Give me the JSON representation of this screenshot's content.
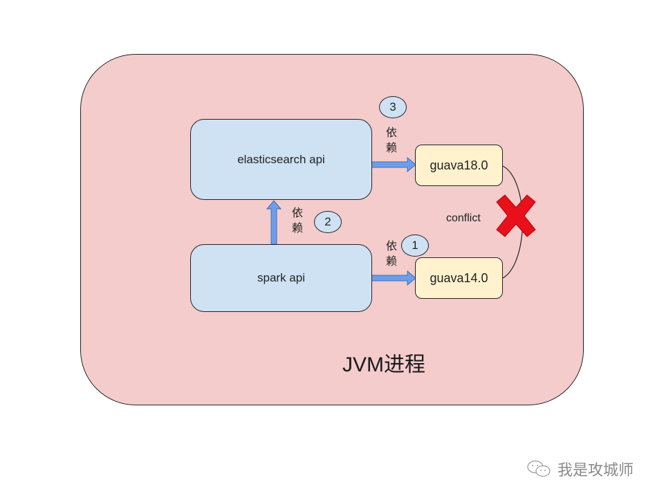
{
  "container": {
    "title": "JVM进程"
  },
  "nodes": {
    "elasticsearch": {
      "label": "elasticsearch api"
    },
    "spark": {
      "label": "spark api"
    },
    "guava18": {
      "label": "guava18.0"
    },
    "guava14": {
      "label": "guava14.0"
    }
  },
  "edges": [
    {
      "from": "spark api",
      "to": "guava14.0",
      "label": "依\n赖",
      "step": "1"
    },
    {
      "from": "spark api",
      "to": "elasticsearch api",
      "label": "依\n赖",
      "step": "2"
    },
    {
      "from": "elasticsearch api",
      "to": "guava18.0",
      "label": "依\n赖",
      "step": "3"
    }
  ],
  "dependency": {
    "char1": "依",
    "char2": "赖"
  },
  "steps": {
    "one": "1",
    "two": "2",
    "three": "3"
  },
  "conflict": {
    "label": "conflict",
    "between": [
      "guava18.0",
      "guava14.0"
    ]
  },
  "colors": {
    "container_fill": "#f4cccc",
    "api_fill": "#cfe2f3",
    "guava_fill": "#fff2cc",
    "arrow_fill": "#6d9eeb",
    "cross": "#e8101a"
  },
  "watermark": {
    "text": "我是攻城师",
    "icon": "wechat-icon"
  }
}
